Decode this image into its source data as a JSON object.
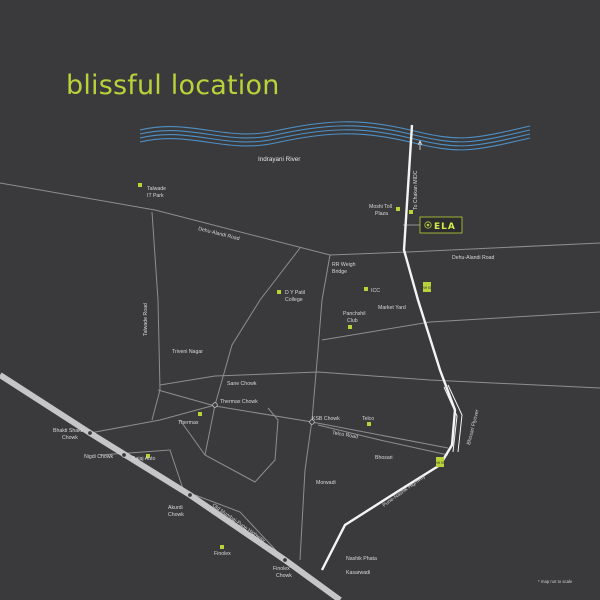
{
  "title": "blissful location",
  "footnote": "* map not to scale",
  "river": "Indrayani River",
  "project": "ELA",
  "roads": {
    "dehu_alandi_left": "Dehu-Alandi Road",
    "dehu_alandi_right": "Dehu-Alandi Road",
    "to_chakan": "To Chakan MIDC",
    "talwade_road": "Talwade Road",
    "telco_road": "Telco Road",
    "old_mumbai_pune": "Old Mumbai-Pune Highway",
    "pune_nashik": "Pune-Nashik Highway",
    "bhosari_flyover": "Bhosari Flyover",
    "highway_badge_1": "NH 50",
    "highway_badge_2": "NH 50"
  },
  "places": {
    "talwade_1": "Talwade",
    "talwade_2": "IT Park",
    "moshi_1": "Moshi Toll",
    "moshi_2": "Plaza",
    "rr_1": "RR Weigh",
    "rr_2": "Bridge",
    "dy_1": "D Y Patil",
    "dy_2": "College",
    "icc": "ICC",
    "market_yard": "Market Yard",
    "panchshil_1": "Panchshil",
    "panchshil_2": "Club",
    "triveni": "Triveni Nagar",
    "sane": "Sane Chowk",
    "thermax_chowk": "Thermax Chowk",
    "thermax": "Thermax",
    "ksb": "KSB Chowk",
    "telco": "Telco",
    "bhakti_1": "Bhakti Shakti",
    "bhakti_2": "Chowk",
    "nigdi": "Nigdi Chowk",
    "bajaj": "Bajaj Auto",
    "bhosari": "Bhosari",
    "morwadi": "Morwadi",
    "akurdi_1": "Akurdi",
    "akurdi_2": "Chowk",
    "finolex": "Finolex",
    "finolex_chowk_1": "Finolex",
    "finolex_chowk_2": "Chowk",
    "nashik_phata": "Nashik Phata",
    "kasarwadi": "Kasarwadi"
  },
  "colors": {
    "background": "#3a3a3c",
    "accent": "#b9d23a",
    "river": "#4f8fc4",
    "road": "#9a9a9a",
    "highway": "#ffffff"
  }
}
